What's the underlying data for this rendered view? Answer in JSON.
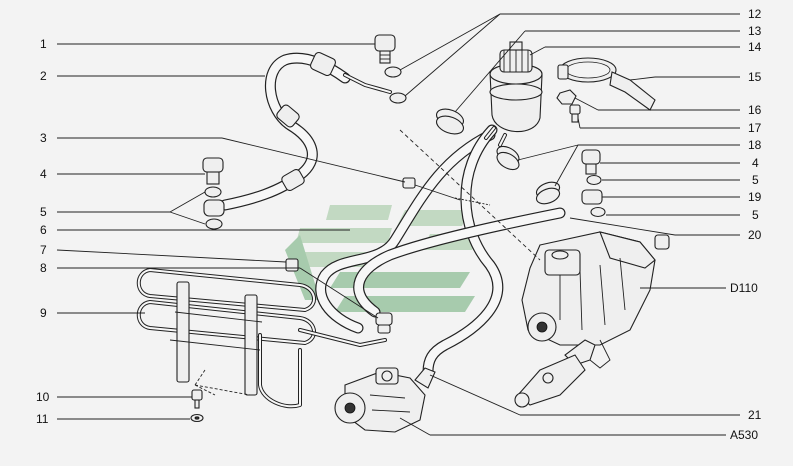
{
  "labels": {
    "1": "1",
    "2": "2",
    "3": "3",
    "4": "4",
    "5": "5",
    "6": "6",
    "7": "7",
    "8": "8",
    "9": "9",
    "10": "10",
    "11": "11",
    "12": "12",
    "13": "13",
    "14": "14",
    "15": "15",
    "16": "16",
    "17": "17",
    "18": "18",
    "19": "19",
    "20": "20",
    "21": "21",
    "gear": "D110",
    "pump": "A530"
  }
}
